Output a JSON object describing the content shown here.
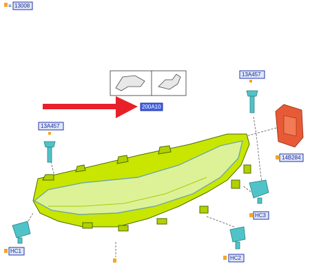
{
  "labels": {
    "main_ref": "13008",
    "main_ref_prefix": "≡",
    "bolt_top": "13A457",
    "bolt_left": "13A457",
    "bracket_ref": "200A10",
    "module_ref": "14B284",
    "clip_hc1": "HC1",
    "clip_hc2": "HC2",
    "clip_hc3": "HC3"
  },
  "colors": {
    "housing": "#c8e600",
    "lens": "#dff3a0",
    "arrow": "#e8202a",
    "module": "#e85a35",
    "fastener": "#4fc3c8",
    "marker": "#f5a623",
    "label_fill": "#dfe6f7",
    "label_highlight": "#3f5fe0"
  },
  "icons": {
    "callout_arrow": "red-arrow-icon",
    "bolt": "bolt-icon",
    "clip": "clip-icon"
  }
}
